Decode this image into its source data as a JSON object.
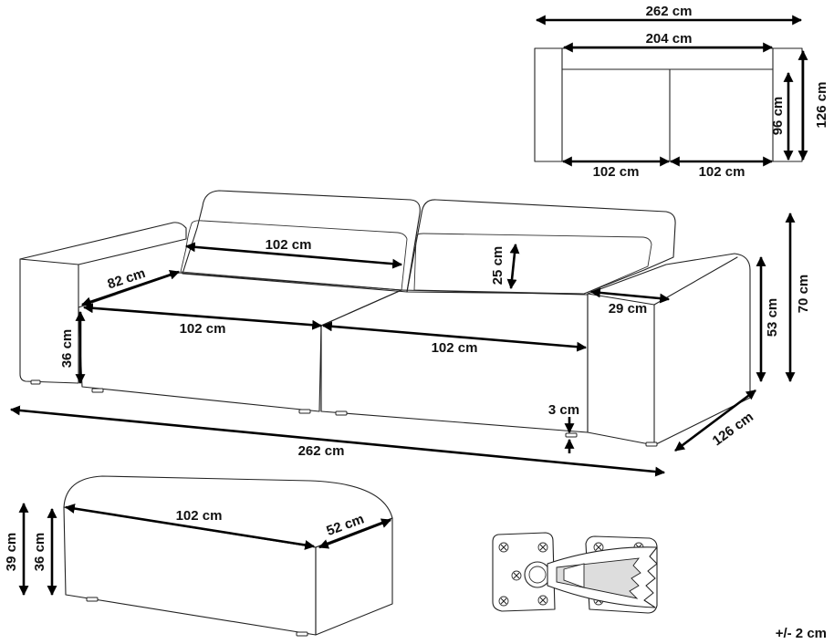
{
  "colors": {
    "line": "#222222",
    "dimension": "#000000",
    "background": "#ffffff"
  },
  "top_view": {
    "overall_width": "262 cm",
    "seat_width": "204 cm",
    "overall_depth": "126 cm",
    "seat_depth": "96 cm",
    "left_module": "102 cm",
    "right_module": "102 cm"
  },
  "sofa": {
    "backrest_width": "102 cm",
    "backrest_height": "25 cm",
    "seat_depth": "82 cm",
    "seat_width_left": "102 cm",
    "seat_width_right": "102 cm",
    "seat_height": "36 cm",
    "armrest_width": "29 cm",
    "armrest_height": "53 cm",
    "total_height": "70 cm",
    "foot_height": "3 cm",
    "total_depth": "126 cm",
    "total_width": "262 cm"
  },
  "ottoman": {
    "width": "102 cm",
    "depth": "52 cm",
    "total_height": "39 cm",
    "body_height": "36 cm"
  },
  "connector": {
    "icon": "connector-clip-icon"
  },
  "tolerance": "+/- 2 cm"
}
